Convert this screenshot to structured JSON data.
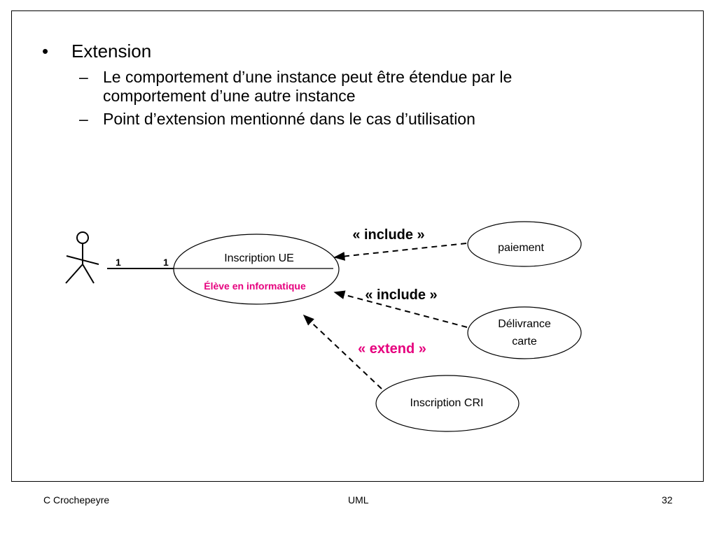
{
  "slide": {
    "bullet_symbol": "•",
    "dash_symbol": "–",
    "heading": "Extension",
    "sub_bullets": [
      [
        "Le comportement d’une instance peut être étendue par le",
        "comportement d’une autre instance"
      ],
      [
        "Point d’extension mentionné dans le cas d’utilisation"
      ]
    ]
  },
  "diagram": {
    "multiplicity_actor": "1",
    "multiplicity_usecase": "1",
    "main_usecase": "Inscription UE",
    "extension_point": "Élève en informatique",
    "usecase_paiement": "paiement",
    "usecase_delivrance_line1": "Délivrance",
    "usecase_delivrance_line2": "carte",
    "usecase_cri": "Inscription CRI",
    "label_include_1": "« include »",
    "label_include_2": "« include »",
    "label_extend": "« extend »",
    "accent_color": "#e6007e"
  },
  "footer": {
    "author": "C Crochepeyre",
    "title": "UML",
    "page": "32"
  }
}
